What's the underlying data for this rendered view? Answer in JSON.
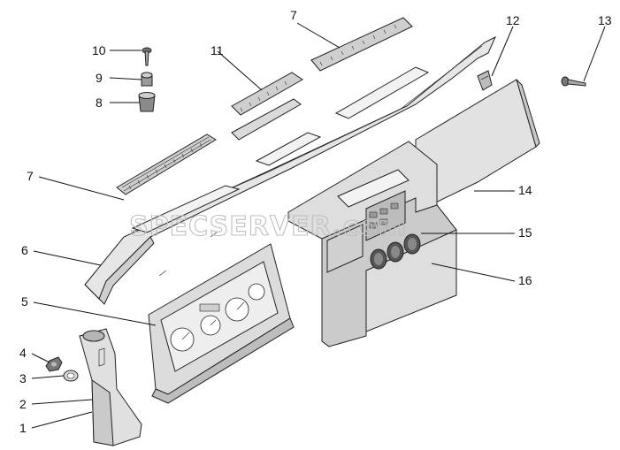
{
  "watermark": "SPECSERVER.com",
  "callouts": [
    {
      "id": "c1",
      "label": "1"
    },
    {
      "id": "c2",
      "label": "2"
    },
    {
      "id": "c3",
      "label": "3"
    },
    {
      "id": "c4",
      "label": "4"
    },
    {
      "id": "c5",
      "label": "5"
    },
    {
      "id": "c6",
      "label": "6"
    },
    {
      "id": "c7a",
      "label": "7"
    },
    {
      "id": "c7b",
      "label": "7"
    },
    {
      "id": "c8",
      "label": "8"
    },
    {
      "id": "c9",
      "label": "9"
    },
    {
      "id": "c10",
      "label": "10"
    },
    {
      "id": "c11",
      "label": "11"
    },
    {
      "id": "c12",
      "label": "12"
    },
    {
      "id": "c13",
      "label": "13"
    },
    {
      "id": "c14",
      "label": "14"
    },
    {
      "id": "c15",
      "label": "15"
    },
    {
      "id": "c16",
      "label": "16"
    }
  ],
  "colors": {
    "part_fill": "#e3e3e3",
    "part_shade": "#c9c9c9",
    "part_dark": "#9a9a9a",
    "ink": "#111111"
  }
}
